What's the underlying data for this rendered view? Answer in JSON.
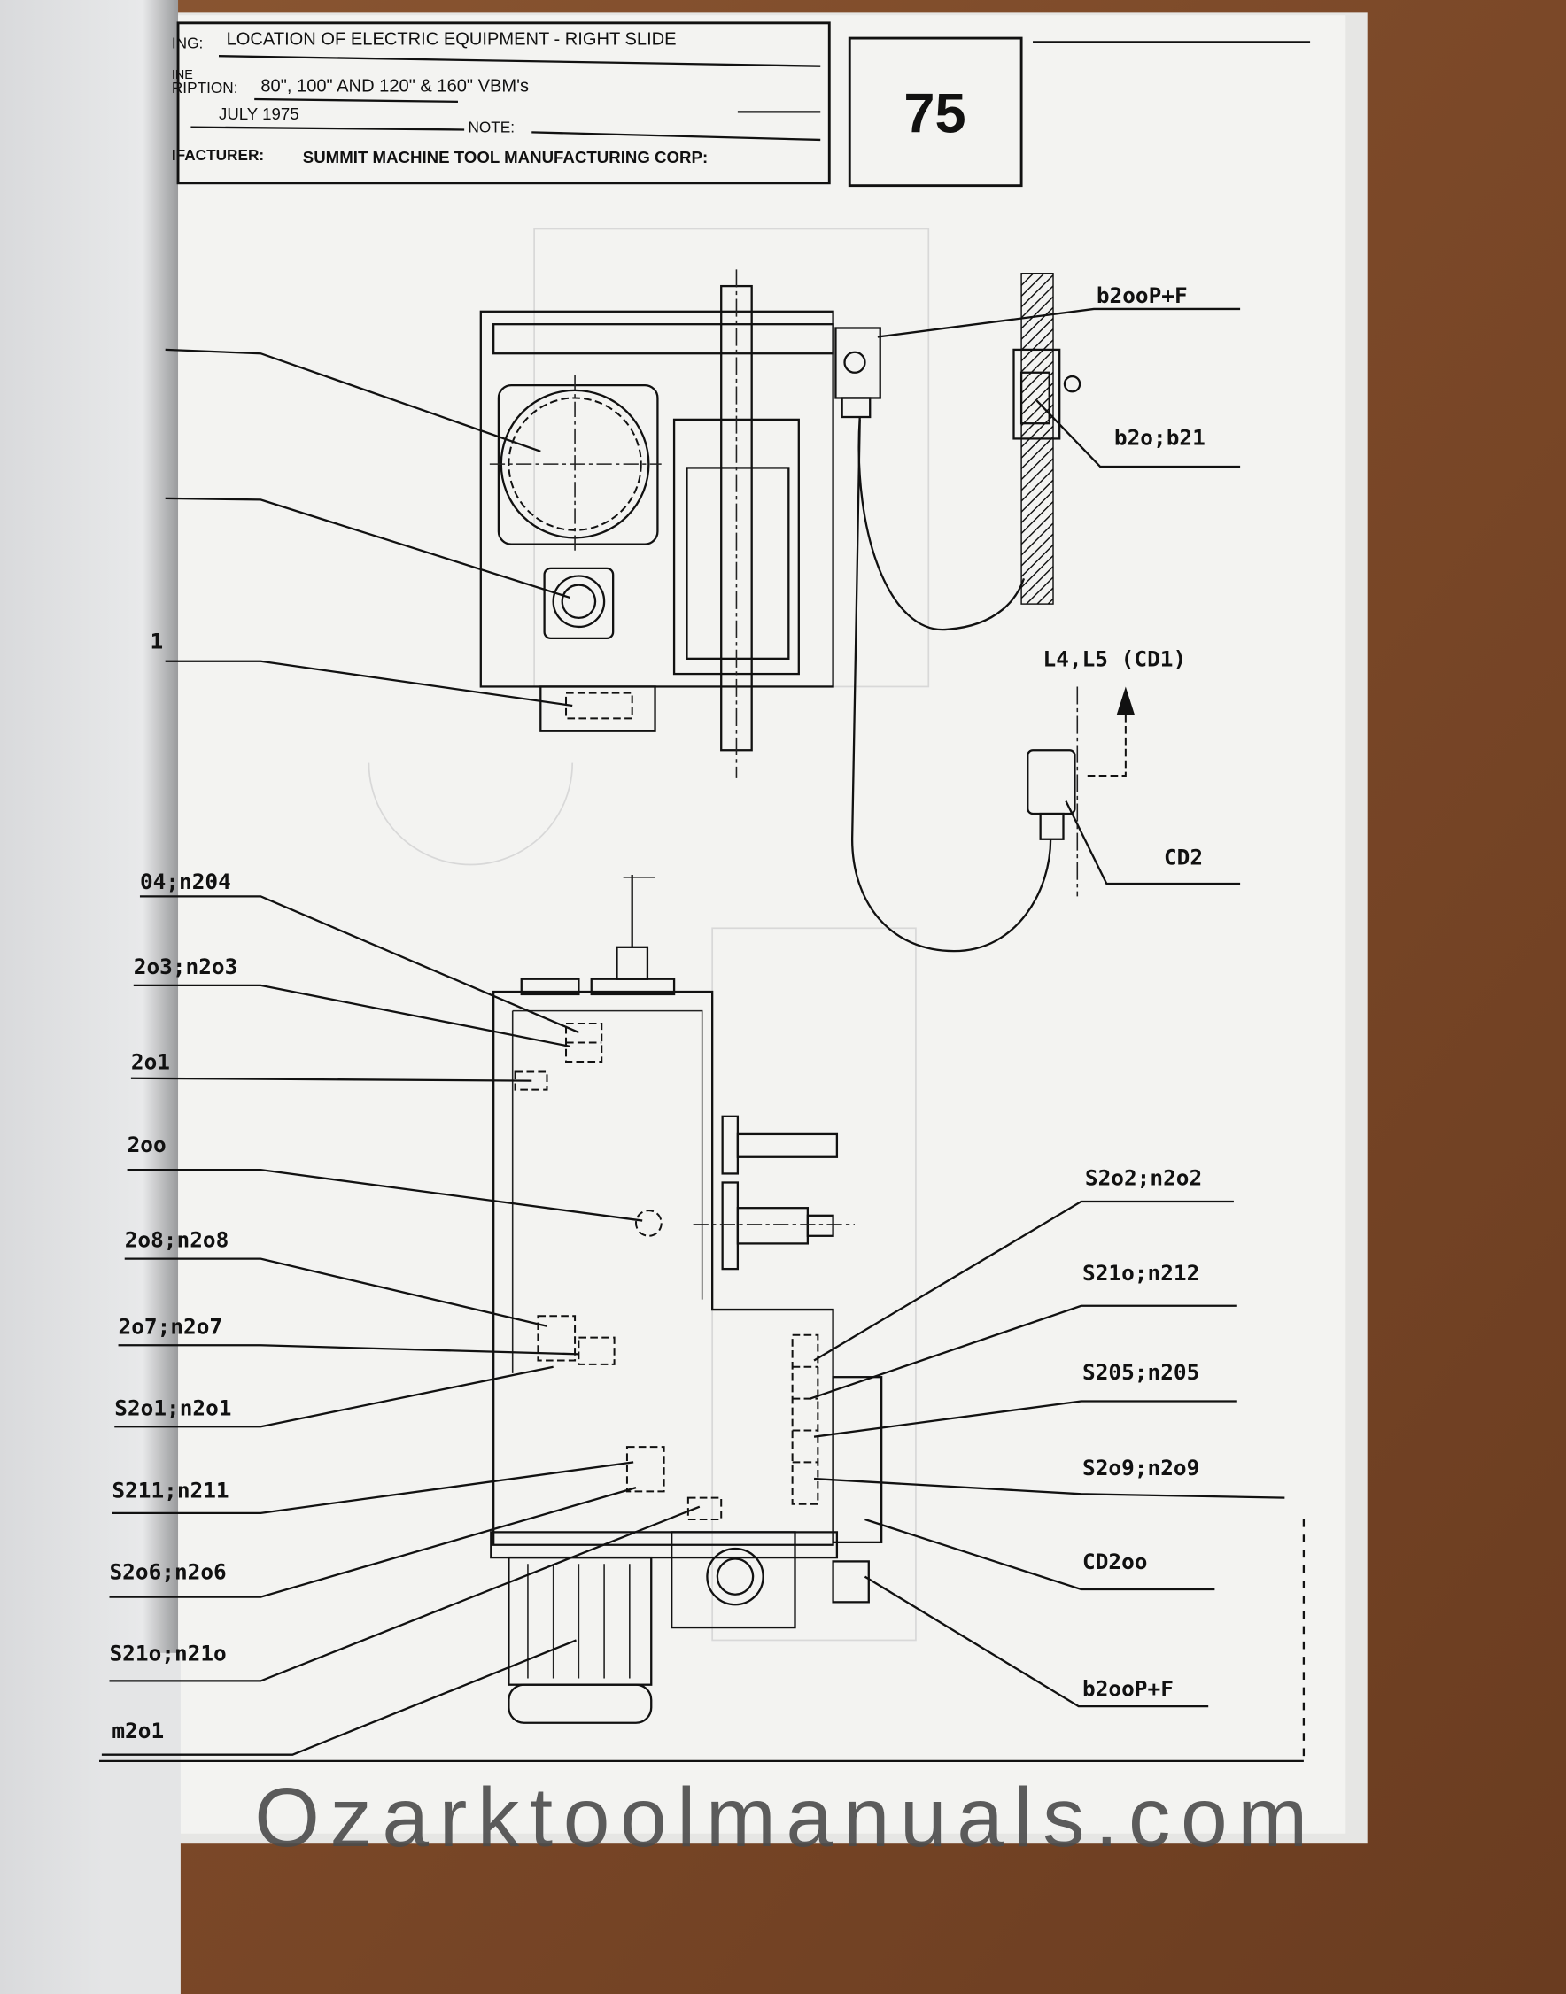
{
  "header": {
    "drawing_label": "ING:",
    "drawing_value": "LOCATION OF ELECTRIC EQUIPMENT - RIGHT SLIDE",
    "machine_label_1": "INE",
    "description_label": "RIPTION:",
    "description_value": "80\", 100\" AND 120\" & 160\" VBM's",
    "date_value": "JULY 1975",
    "note_label": "NOTE:",
    "manufacturer_label": "IFACTURER:",
    "manufacturer_value": "SUMMIT MACHINE TOOL MANUFACTURING CORP:"
  },
  "page_number": "75",
  "upper_labels_left": [
    "1"
  ],
  "upper_labels_right": [
    "b2ooP+F",
    "b2o;b21",
    "L4,L5 (CD1)",
    "CD2"
  ],
  "lower_labels_left": [
    "04;n204",
    "2o3;n2o3",
    "2o1",
    "2oo",
    "2o8;n2o8",
    "2o7;n2o7",
    "S2o1;n2o1",
    "S211;n211",
    "S2o6;n2o6",
    "S21o;n21o",
    "m2o1"
  ],
  "lower_labels_right": [
    "S2o2;n2o2",
    "S21o;n212",
    "S205;n205",
    "S2o9;n2o9",
    "CD2oo",
    "b2ooP+F"
  ],
  "watermark": "Ozarktoolmanuals.com",
  "colors": {
    "paper": "#f3f3f1",
    "wood": "#7a4a2a",
    "ink": "#111111"
  }
}
